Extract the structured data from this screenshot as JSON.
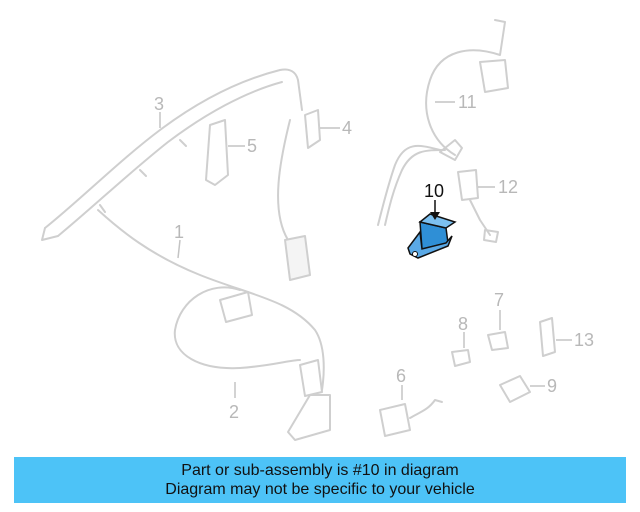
{
  "diagram": {
    "callouts": {
      "c1": "1",
      "c2": "2",
      "c3": "3",
      "c4": "4",
      "c5": "5",
      "c6": "6",
      "c7": "7",
      "c8": "8",
      "c9": "9",
      "c10": "10",
      "c11": "11",
      "c12": "12",
      "c13": "13"
    },
    "highlighted_part": "10",
    "colors": {
      "highlight": "#2f8fd6",
      "inactive": "#cfcfcf",
      "banner": "#4dc3f7"
    }
  },
  "banner": {
    "line1": "Part or sub-assembly is #10 in diagram",
    "line2": "Diagram may not be specific to your vehicle"
  }
}
